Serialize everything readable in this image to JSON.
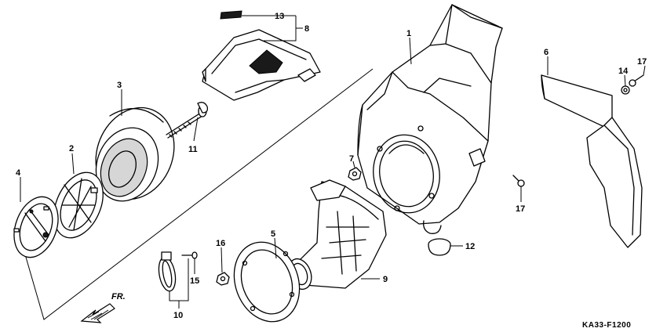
{
  "diagram": {
    "code": "KA33-F1200",
    "direction_label": "FR.",
    "callouts": {
      "c1": "1",
      "c2": "2",
      "c3": "3",
      "c4": "4",
      "c5": "5",
      "c6": "6",
      "c7": "7",
      "c8": "8",
      "c9": "9",
      "c10": "10",
      "c11": "11",
      "c12": "12",
      "c13": "13",
      "c14": "14",
      "c15": "15",
      "c16": "16",
      "c17a": "17",
      "c17b": "17"
    }
  }
}
